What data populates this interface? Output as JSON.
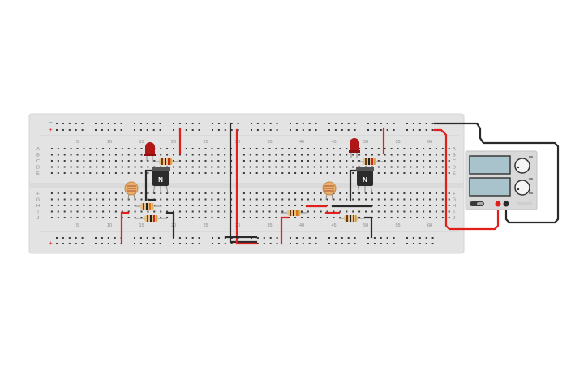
{
  "breadboard": {
    "rail_minus": "−",
    "rail_plus": "+",
    "column_numbers": [
      "5",
      "10",
      "15",
      "20",
      "25",
      "30",
      "35",
      "40",
      "45",
      "50",
      "55",
      "60"
    ],
    "rows_top": [
      "A",
      "B",
      "C",
      "D",
      "E"
    ],
    "rows_bottom": [
      "F",
      "G",
      "H",
      "I",
      "J"
    ]
  },
  "components": {
    "transistor_left_label": "N",
    "transistor_right_label": "N"
  },
  "colors": {
    "board": "#e3e3e3",
    "hole": "#3a3a3a",
    "wire_red": "#e0201c",
    "wire_black": "#2a2a2a",
    "led": "#b01818",
    "transistor": "#2b2b2b"
  },
  "power_supply": {
    "display_top": "",
    "display_bottom": "",
    "knob_label_top": "",
    "knob_label_bottom": ""
  }
}
